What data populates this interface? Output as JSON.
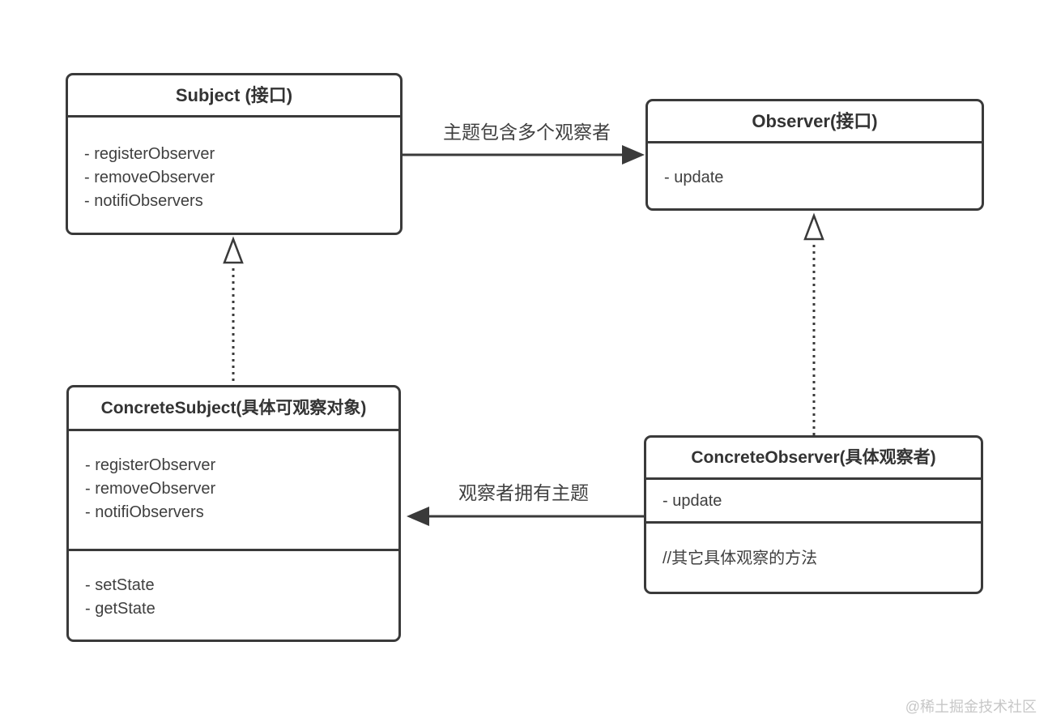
{
  "diagram": {
    "type": "uml-class-diagram",
    "pattern": "Observer",
    "classes": {
      "subject": {
        "title": "Subject (接口)",
        "members": [
          "- registerObserver",
          "- removeObserver",
          "- notifiObservers"
        ]
      },
      "observer": {
        "title": "Observer(接口)",
        "members": [
          "- update"
        ]
      },
      "concrete_subject": {
        "title": "ConcreteSubject(具体可观察对象)",
        "members": [
          "- registerObserver",
          "- removeObserver",
          "- notifiObservers"
        ],
        "members2": [
          "- setState",
          "- getState"
        ]
      },
      "concrete_observer": {
        "title": "ConcreteObserver(具体观察者)",
        "members": [
          "- update"
        ],
        "members2": [
          "//其它具体观察的方法"
        ]
      }
    },
    "edges": {
      "contains": {
        "label": "主题包含多个观察者",
        "type": "solid-arrow",
        "direction": "subject→observer"
      },
      "owns": {
        "label": "观察者拥有主题",
        "type": "solid-arrow",
        "direction": "concrete_observer→concrete_subject"
      },
      "realization_left": {
        "type": "dotted-realization",
        "direction": "concrete_subject→subject"
      },
      "realization_right": {
        "type": "dotted-realization",
        "direction": "concrete_observer→observer"
      }
    },
    "watermark": "@稀土掘金技术社区"
  },
  "colors": {
    "stroke": "#3a3a3a",
    "text": "#3f3f3f",
    "watermark": "#c7c7c7",
    "background": "#ffffff"
  }
}
